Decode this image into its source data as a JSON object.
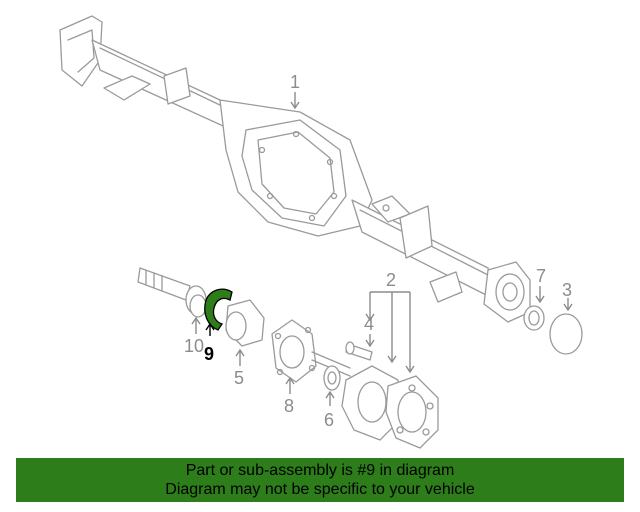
{
  "diagram": {
    "highlight_color": "#2d7d1a",
    "line_color": "#9a9a9a",
    "callouts": [
      {
        "id": "1",
        "text": "1"
      },
      {
        "id": "2",
        "text": "2"
      },
      {
        "id": "3",
        "text": "3"
      },
      {
        "id": "4",
        "text": "4"
      },
      {
        "id": "5",
        "text": "5"
      },
      {
        "id": "6",
        "text": "6"
      },
      {
        "id": "7",
        "text": "7"
      },
      {
        "id": "8",
        "text": "8"
      },
      {
        "id": "9",
        "text": "9"
      },
      {
        "id": "10",
        "text": "10"
      }
    ],
    "highlighted_part": "9"
  },
  "banner": {
    "line1": "Part or sub-assembly is #9 in diagram",
    "line2": "Diagram may not be specific to your vehicle",
    "background": "#2d7d1a"
  }
}
